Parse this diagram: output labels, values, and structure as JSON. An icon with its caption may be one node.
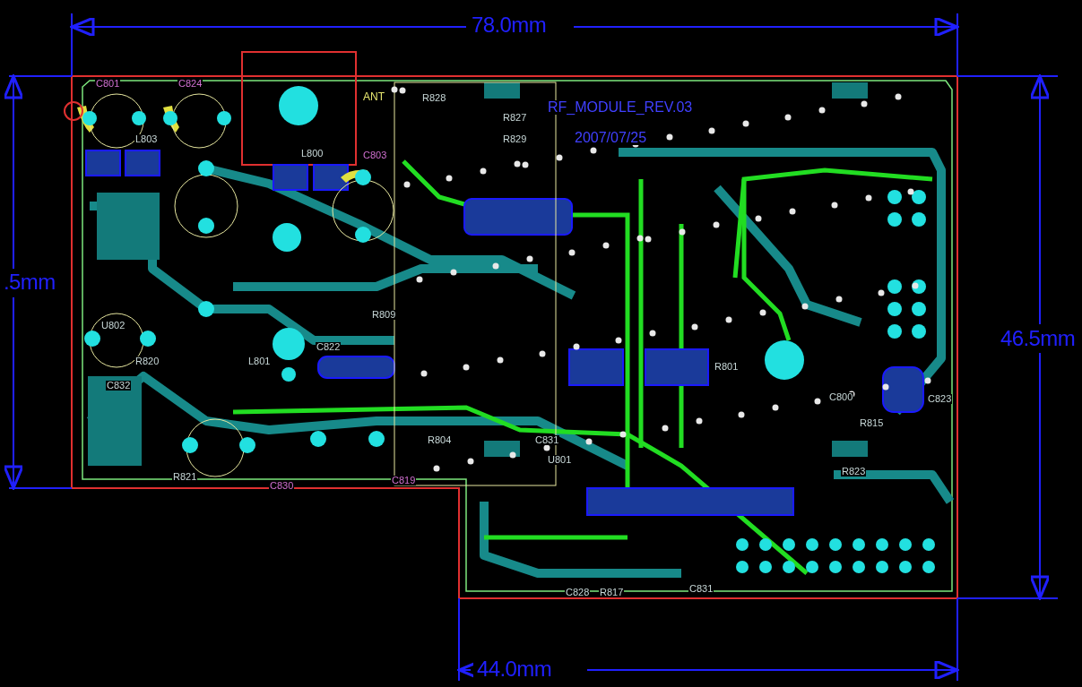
{
  "diagram": {
    "labels": [
      "78.0mm",
      ".5mm",
      "46.5mm",
      "44.0mm",
      "C801",
      "C824",
      "ANT",
      "R828",
      "RF_MODULE_REV.03",
      "2007/07/25",
      "R827",
      "R829",
      "L803",
      "L800",
      "C803",
      "U802",
      "R820",
      "C832",
      "R809",
      "C822",
      "L801",
      "R804",
      "C831",
      "R821",
      "C830",
      "C819",
      "R815",
      "R823",
      "U801",
      "R817",
      "C828",
      "C831",
      "C800",
      "C823",
      "R801"
    ]
  }
}
